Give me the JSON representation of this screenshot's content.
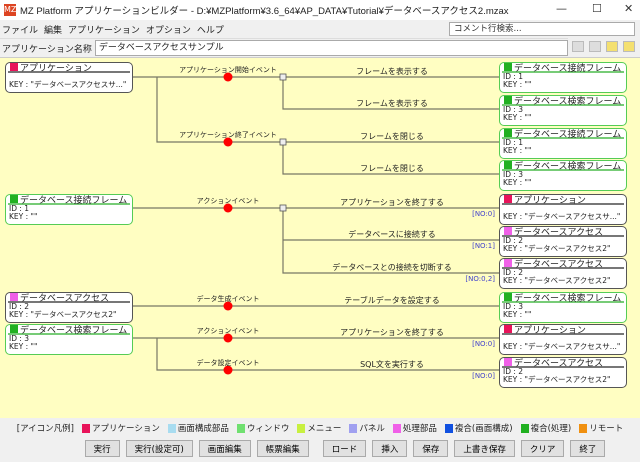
{
  "window": {
    "title": "MZ Platform アプリケーションビルダー - D:¥MZPlatform¥3.6_64¥AP_DATA¥Tutorial¥データベースアクセス2.mzax",
    "icon": "MZ",
    "minimize": "—",
    "maximize": "☐",
    "close": "✕"
  },
  "menu": [
    "ファイル",
    "編集",
    "アプリケーション",
    "オプション",
    "ヘルプ"
  ],
  "search": {
    "placeholder": "コメント行検索..."
  },
  "app_name": {
    "label": "アプリケーション名称",
    "value": "データベースアクセスサンプル"
  },
  "sources": [
    {
      "name": "アプリケーション",
      "id": "",
      "key": "KEY : \"データベースアクセスサ...\"",
      "color": "#e8145a"
    },
    {
      "name": "データベース接続フレーム",
      "id": "ID : 1",
      "key": "KEY : \"\"",
      "color": "#22b022"
    },
    {
      "name": "データベースアクセス",
      "id": "ID : 2",
      "key": "KEY : \"データベースアクセス2\"",
      "color": "#f060e8"
    },
    {
      "name": "データベース検索フレーム",
      "id": "ID : 3",
      "key": "KEY : \"\"",
      "color": "#22b022"
    }
  ],
  "events": [
    "アプリケーション開始イベント",
    "アプリケーション終了イベント",
    "アクションイベント",
    "データ生成イベント",
    "アクションイベント",
    "データ設定イベント"
  ],
  "actions": [
    {
      "label": "フレームを表示する",
      "no": ""
    },
    {
      "label": "フレームを表示する",
      "no": ""
    },
    {
      "label": "フレームを閉じる",
      "no": ""
    },
    {
      "label": "フレームを閉じる",
      "no": ""
    },
    {
      "label": "アプリケーションを終了する",
      "no": "[NO:0]"
    },
    {
      "label": "データベースに接続する",
      "no": "[NO:1]"
    },
    {
      "label": "データベースとの接続を切断する",
      "no": "[NO:0,2]"
    },
    {
      "label": "テーブルデータを設定する",
      "no": ""
    },
    {
      "label": "アプリケーションを終了する",
      "no": "[NO:0]"
    },
    {
      "label": "SQL文を実行する",
      "no": "[NO:0]"
    }
  ],
  "targets": [
    {
      "name": "データベース接続フレーム",
      "id": "ID : 1",
      "key": "KEY : \"\"",
      "color": "#22b022"
    },
    {
      "name": "データベース検索フレーム",
      "id": "ID : 3",
      "key": "KEY : \"\"",
      "color": "#22b022"
    },
    {
      "name": "データベース接続フレーム",
      "id": "ID : 1",
      "key": "KEY : \"\"",
      "color": "#22b022"
    },
    {
      "name": "データベース検索フレーム",
      "id": "ID : 3",
      "key": "KEY : \"\"",
      "color": "#22b022"
    },
    {
      "name": "アプリケーション",
      "id": "",
      "key": "KEY : \"データベースアクセスサ...\"",
      "color": "#e8145a"
    },
    {
      "name": "データベースアクセス",
      "id": "ID : 2",
      "key": "KEY : \"データベースアクセス2\"",
      "color": "#f060e8"
    },
    {
      "name": "データベースアクセス",
      "id": "ID : 2",
      "key": "KEY : \"データベースアクセス2\"",
      "color": "#f060e8"
    },
    {
      "name": "データベース検索フレーム",
      "id": "ID : 3",
      "key": "KEY : \"\"",
      "color": "#22b022"
    },
    {
      "name": "アプリケーション",
      "id": "",
      "key": "KEY : \"データベースアクセスサ...\"",
      "color": "#e8145a"
    },
    {
      "name": "データベースアクセス",
      "id": "ID : 2",
      "key": "KEY : \"データベースアクセス2\"",
      "color": "#f060e8"
    }
  ],
  "legend": {
    "title": "[アイコン凡例]",
    "items": [
      {
        "label": "アプリケーション",
        "color": "#e8145a"
      },
      {
        "label": "画面構成部品",
        "color": "#a8dcf0"
      },
      {
        "label": "ウィンドウ",
        "color": "#70e070"
      },
      {
        "label": "メニュー",
        "color": "#c8f040"
      },
      {
        "label": "パネル",
        "color": "#a0a0f0"
      },
      {
        "label": "処理部品",
        "color": "#f060e8"
      },
      {
        "label": "複合(画面構成)",
        "color": "#1050e0"
      },
      {
        "label": "複合(処理)",
        "color": "#20b020"
      },
      {
        "label": "リモート",
        "color": "#f09010"
      }
    ]
  },
  "buttons": [
    "実行",
    "実行(設定可)",
    "画面編集",
    "帳票編集",
    "ロード",
    "挿入",
    "保存",
    "上書き保存",
    "クリア",
    "終了"
  ]
}
